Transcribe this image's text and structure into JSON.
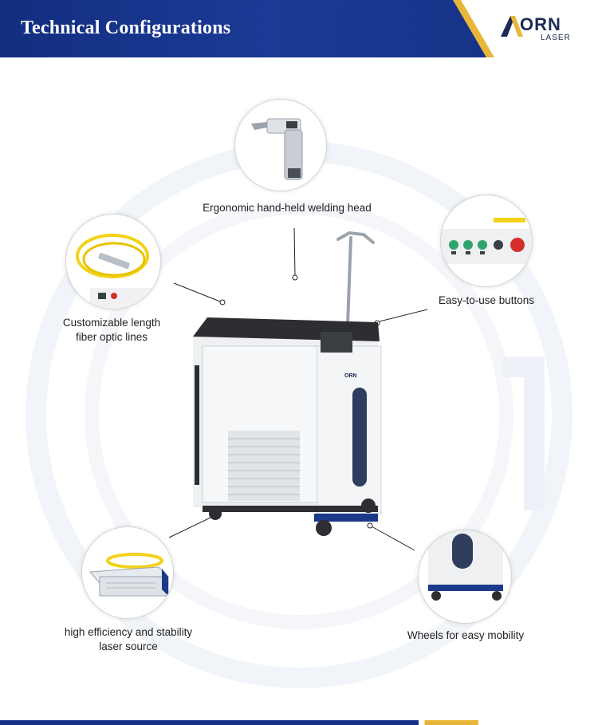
{
  "header": {
    "title": "Technical Configurations",
    "logo_text": "ORN",
    "logo_sub": "LASER",
    "colors": {
      "banner": "#163388",
      "accent": "#e8b63a"
    }
  },
  "features": {
    "welding_head": "Ergonomic hand-held welding head",
    "fiber_line_1": "Customizable length",
    "fiber_line_2": "fiber optic lines",
    "buttons": "Easy-to-use buttons",
    "laser_line_1": "high efficiency and stability",
    "laser_line_2": "laser source",
    "wheels": "Wheels for easy mobility"
  },
  "machine": {
    "panel_logo": "ORN"
  }
}
